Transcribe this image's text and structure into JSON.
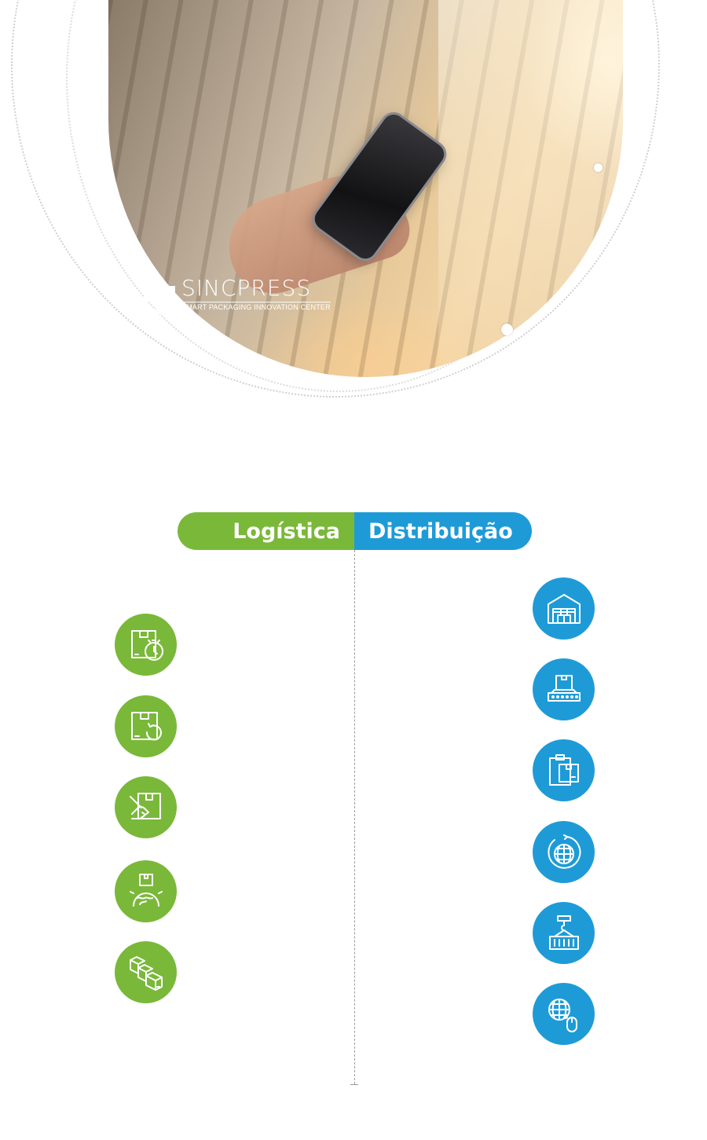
{
  "hero": {
    "brand_name": "SINCPRESS",
    "brand_tagline": "SMART PACKAGING INNOVATION CENTER"
  },
  "sections": {
    "left_label": "Logística",
    "right_label": "Distribuição",
    "left_color": "#7ab83a",
    "right_color": "#1e9bd7"
  },
  "logistics_icons": [
    "box-timer-icon",
    "box-return-icon",
    "box-handover-icon",
    "box-global-shipping-icon",
    "stacked-boxes-icon"
  ],
  "distribution_icons": [
    "warehouse-icon",
    "conveyor-box-icon",
    "clipboard-box-icon",
    "globe-rotate-icon",
    "crane-container-icon",
    "globe-mouse-icon"
  ]
}
